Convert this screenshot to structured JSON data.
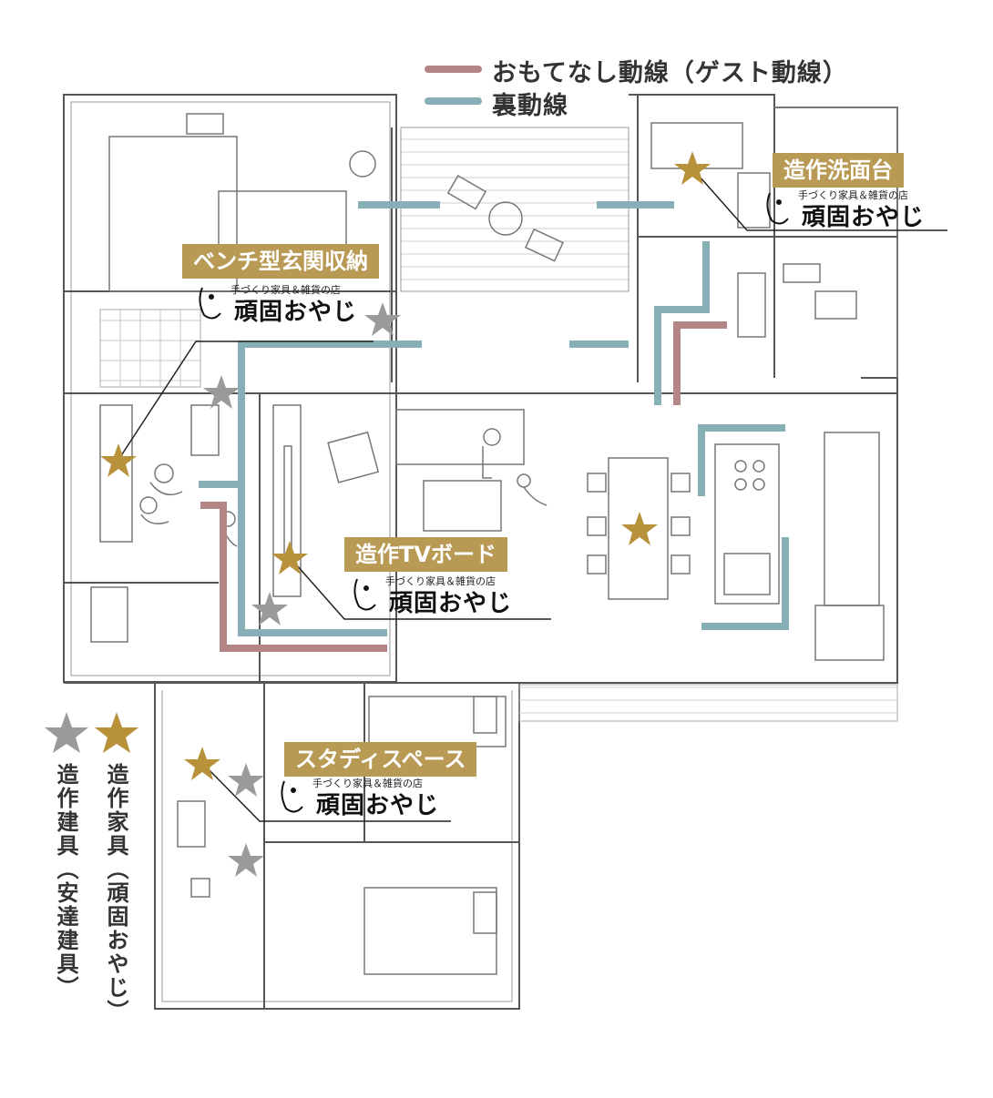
{
  "legend": {
    "guest_route": "おもてなし動線（ゲスト動線）",
    "back_route": "裏動線",
    "guest_color": "#b48585",
    "back_color": "#86b0b5"
  },
  "labels": {
    "washstand": "造作洗面台",
    "bench_storage": "ベンチ型玄関収納",
    "tv_board": "造作TVボード",
    "study_space": "スタディスペース"
  },
  "maker": {
    "tagline": "手づくり家具＆雑貨の店",
    "name": "頑固おやじ"
  },
  "star_legend": {
    "gray_text": "造作建具（安達建具）",
    "gold_text": "造作家具（頑固おやじ）",
    "gray_color": "#9a9a9a",
    "gold_color": "#b8923a"
  }
}
